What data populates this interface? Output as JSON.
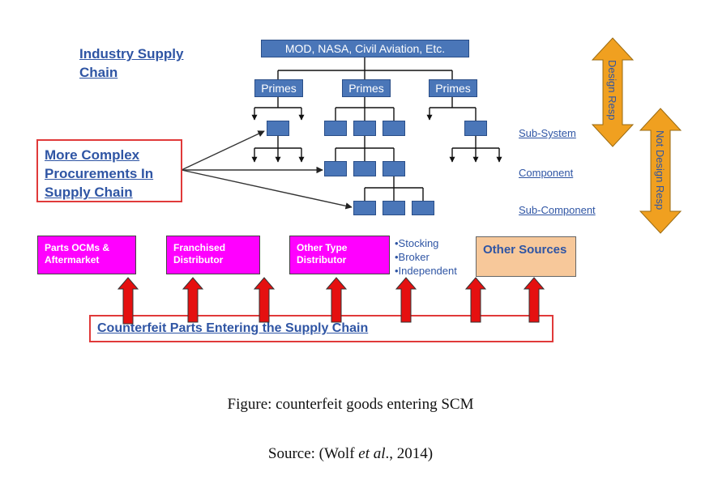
{
  "title": "Industry Supply Chain",
  "top_box": "MOD, NASA, Civil Aviation, Etc.",
  "primes": [
    "Primes",
    "Primes",
    "Primes"
  ],
  "levels": [
    "Sub-System",
    "Component",
    "Sub-Component"
  ],
  "complex_box": "More Complex Procurements In Supply Chain",
  "design_resp": "Design Resp",
  "not_design_resp": "Not Design Resp",
  "sources": {
    "parts_ocm": "Parts OCMs & Aftermarket",
    "franchised": "Franchised Distributor",
    "other_type": "Other Type Distributor",
    "bullets": [
      "•Stocking",
      "•Broker",
      "•Independent"
    ],
    "other_sources": "Other Sources"
  },
  "counterfeit": "Counterfeit Parts Entering the Supply Chain",
  "figure_caption": "Figure: counterfeit goods entering SCM",
  "source_caption": {
    "prefix": "Source: (Wolf ",
    "italic": "et al",
    "suffix": "., 2014)"
  },
  "colors": {
    "blue_box": "#4a76b8",
    "text_blue": "#2f55a4",
    "magenta": "#ff00ff",
    "orange": "#f0a020",
    "red": "#e51010",
    "peach": "#f7c89a"
  }
}
